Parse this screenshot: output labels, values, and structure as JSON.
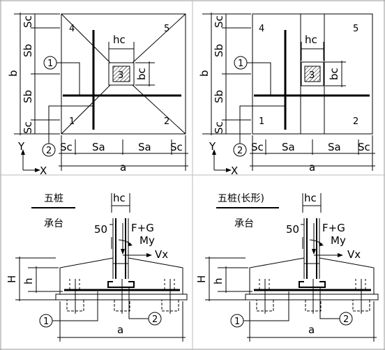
{
  "left_plan": {
    "dim_b": "b",
    "dim_sc_top": "Sc",
    "dim_sb_top": "Sb",
    "dim_sb_bottom": "Sb",
    "dim_sc_bottom": "Sc",
    "dim_hc": "hc",
    "dim_bc": "bc",
    "dim_sc_left": "Sc",
    "dim_sa_left": "Sa",
    "dim_sa_right": "Sa",
    "dim_sc_right": "Sc",
    "dim_a": "a",
    "pile1": "1",
    "pile2": "2",
    "pile3": "3",
    "pile4": "4",
    "pile5": "5",
    "callout1": "1",
    "callout2": "2",
    "axis_y": "Y",
    "axis_x": "X"
  },
  "right_plan": {
    "dim_b": "b",
    "dim_sc_top": "Sc",
    "dim_sb_top": "Sb",
    "dim_sb_bottom": "Sb",
    "dim_sc_bottom": "Sc",
    "dim_hc": "hc",
    "dim_bc": "bc",
    "dim_sc_left": "Sc",
    "dim_sa_left": "Sa",
    "dim_sa_right": "Sa",
    "dim_sc_right": "Sc",
    "dim_a": "a",
    "pile1": "1",
    "pile2": "2",
    "pile3": "3",
    "pile4": "4",
    "pile5": "5",
    "callout1": "1",
    "callout2": "2",
    "axis_y": "Y",
    "axis_x": "X"
  },
  "left_section": {
    "title": "五桩",
    "subtitle": "承台",
    "dim_hc": "hc",
    "dim_50": "50",
    "load_fg": "F+G",
    "load_my": "My",
    "load_vx": "Vx",
    "dim_H": "H",
    "dim_h": "h",
    "dim_a": "a",
    "callout1": "1",
    "callout2": "2"
  },
  "right_section": {
    "title": "五桩(长形)",
    "subtitle": "承台",
    "dim_hc": "hc",
    "dim_50": "50",
    "load_fg": "F+G",
    "load_my": "My",
    "load_vx": "Vx",
    "dim_H": "H",
    "dim_h": "h",
    "dim_a": "a",
    "callout1": "1",
    "callout2": "2"
  }
}
